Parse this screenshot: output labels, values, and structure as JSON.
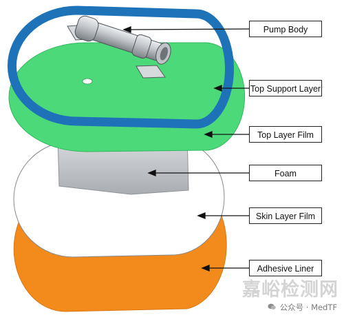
{
  "labels": {
    "pump_body": "Pump Body",
    "top_support_layer": "Top Support Layer",
    "top_layer_film": "Top Layer Film",
    "foam": "Foam",
    "skin_layer_film": "Skin Layer Film",
    "adhesive_liner": "Adhesive Liner"
  },
  "watermark": {
    "site_chinese": "嘉峪检测网",
    "account_prefix": "公众号 ·",
    "account_name": "MedTF"
  },
  "colors": {
    "top_support_layer": "#1e73b8",
    "top_layer_film": "#4cd97a",
    "foam": "#cfd2d6",
    "skin_layer_film": "#ffffff",
    "adhesive_liner": "#f28a1c",
    "pump_body": "#c9ccd0"
  },
  "icons": {
    "watermark_icon": "wechat-icon"
  }
}
